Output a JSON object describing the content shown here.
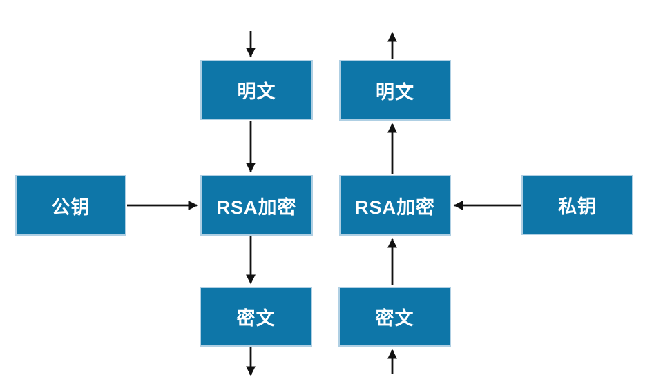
{
  "diagram": {
    "type": "flowchart",
    "subject": "RSA encryption / decryption flow",
    "colors": {
      "background": "#ffffff",
      "node_fill": "#0E76A8",
      "node_border": "#AFCFE3",
      "node_text": "#ffffff",
      "arrow": "#111111"
    },
    "nodes": [
      {
        "id": "public-key",
        "label": "公钥"
      },
      {
        "id": "encrypt-plaintext",
        "label": "明文"
      },
      {
        "id": "rsa-encrypt",
        "label": "RSA加密"
      },
      {
        "id": "encrypt-ciphertext",
        "label": "密文"
      },
      {
        "id": "decrypt-plaintext",
        "label": "明文"
      },
      {
        "id": "rsa-decrypt",
        "label": "RSA加密"
      },
      {
        "id": "decrypt-ciphertext",
        "label": "密文"
      },
      {
        "id": "private-key",
        "label": "私钥"
      }
    ],
    "edges": [
      {
        "from": "external-top",
        "to": "encrypt-plaintext",
        "direction": "down"
      },
      {
        "from": "encrypt-plaintext",
        "to": "rsa-encrypt",
        "direction": "down"
      },
      {
        "from": "public-key",
        "to": "rsa-encrypt",
        "direction": "right"
      },
      {
        "from": "rsa-encrypt",
        "to": "encrypt-ciphertext",
        "direction": "down"
      },
      {
        "from": "encrypt-ciphertext",
        "to": "external-bottom",
        "direction": "down"
      },
      {
        "from": "external-bottom",
        "to": "decrypt-ciphertext",
        "direction": "up"
      },
      {
        "from": "decrypt-ciphertext",
        "to": "rsa-decrypt",
        "direction": "up"
      },
      {
        "from": "private-key",
        "to": "rsa-decrypt",
        "direction": "left"
      },
      {
        "from": "rsa-decrypt",
        "to": "decrypt-plaintext",
        "direction": "up"
      },
      {
        "from": "decrypt-plaintext",
        "to": "external-top",
        "direction": "up"
      }
    ]
  }
}
